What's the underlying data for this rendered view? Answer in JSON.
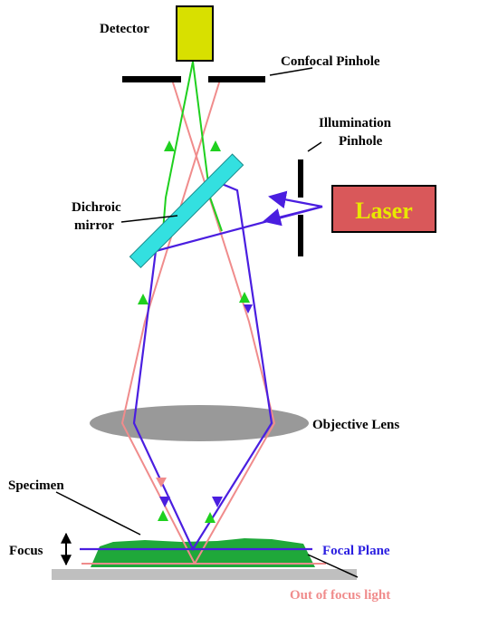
{
  "labels": {
    "detector": "Detector",
    "confocal_pinhole": "Confocal Pinhole",
    "illumination_pinhole_line1": "Illumination",
    "illumination_pinhole_line2": "Pinhole",
    "laser": "Laser",
    "dichroic_line1": "Dichroic",
    "dichroic_line2": "mirror",
    "objective_lens": "Objective Lens",
    "specimen": "Specimen",
    "focus": "Focus",
    "focal_plane": "Focal Plane",
    "out_of_focus": "Out of focus light"
  },
  "colors": {
    "detector_fill": "#d8e000",
    "laser_fill": "#d9585a",
    "laser_text": "#e8e800",
    "mirror_fill": "#33e0e0",
    "lens_fill": "#999999",
    "specimen_fill": "#1fa83a",
    "stage_fill": "#bfbfbf",
    "excitation_ray": "#4a1ee0",
    "emission_ray": "#1fd01f",
    "out_of_focus_ray": "#f08c8c",
    "focal_plane_label": "#2a1ee0",
    "out_of_focus_label": "#f08c8c"
  }
}
